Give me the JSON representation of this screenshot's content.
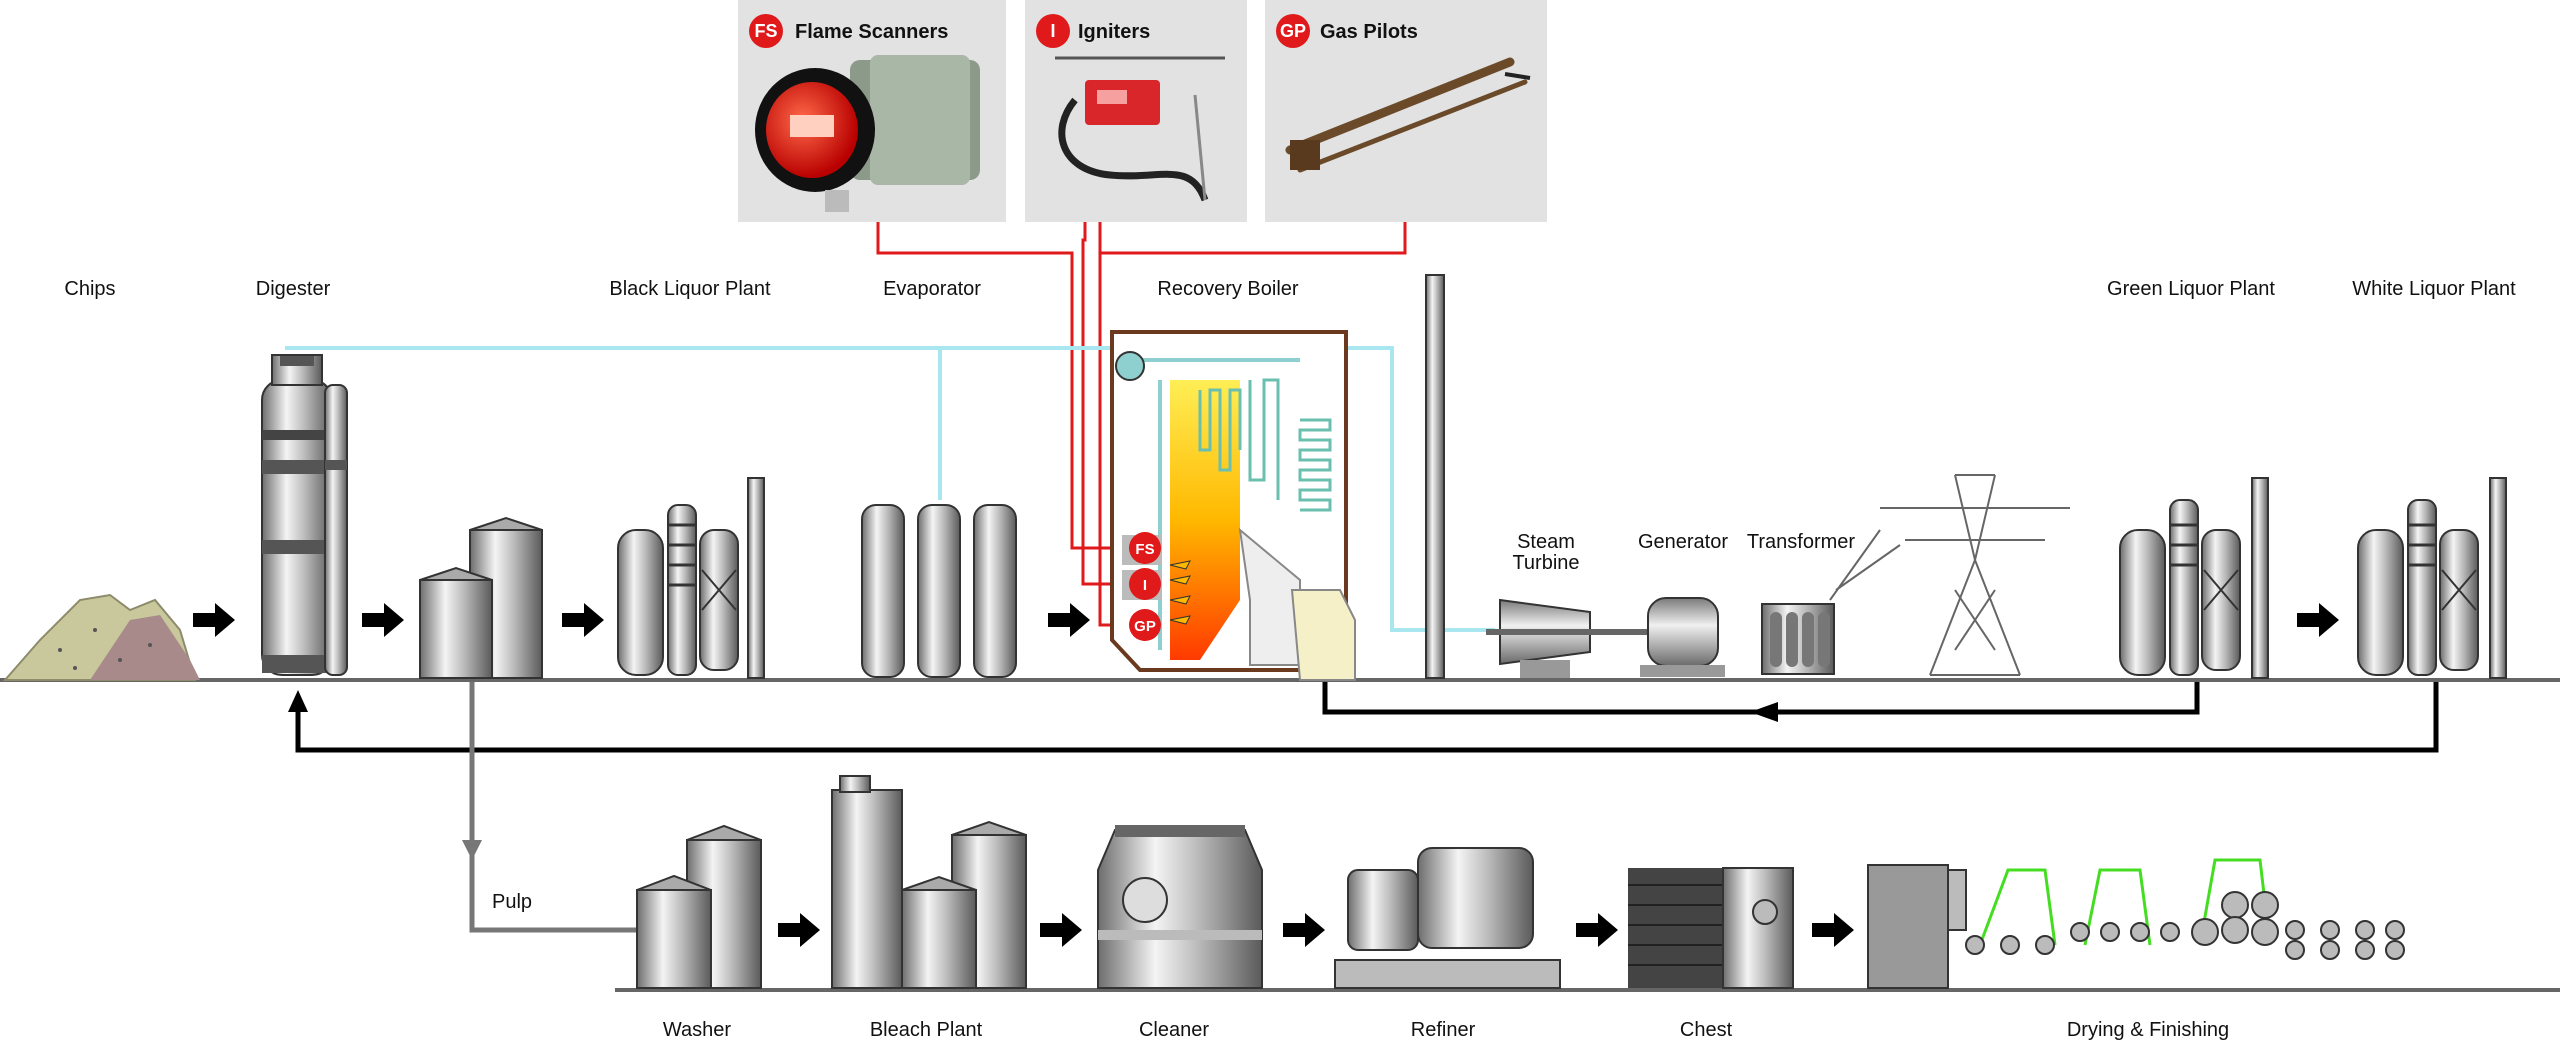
{
  "cards": [
    {
      "badge": "FS",
      "title": "Flame Scanners"
    },
    {
      "badge": "I",
      "title": "Igniters"
    },
    {
      "badge": "GP",
      "title": "Gas Pilots"
    }
  ],
  "upper_labels": {
    "chips": "Chips",
    "digester": "Digester",
    "black_liquor": "Black Liquor Plant",
    "evaporator": "Evaporator",
    "recovery_boiler": "Recovery Boiler",
    "steam_turbine_1": "Steam",
    "steam_turbine_2": "Turbine",
    "generator": "Generator",
    "transformer": "Transformer",
    "green_liquor": "Green Liquor Plant",
    "white_liquor": "White Liquor Plant"
  },
  "boiler_badges": {
    "fs": "FS",
    "i": "I",
    "gp": "GP"
  },
  "pulp_label": "Pulp",
  "lower_labels": {
    "washer": "Washer",
    "bleach": "Bleach Plant",
    "cleaner": "Cleaner",
    "refiner": "Refiner",
    "chest": "Chest",
    "drying": "Drying & Finishing"
  },
  "colors": {
    "signal_line": "#e0191b",
    "steam_line": "#a8e6f0",
    "ground": "#666666",
    "badge": "#e0191b",
    "card_bg": "#e2e2e2",
    "felt": "#44dd22"
  }
}
